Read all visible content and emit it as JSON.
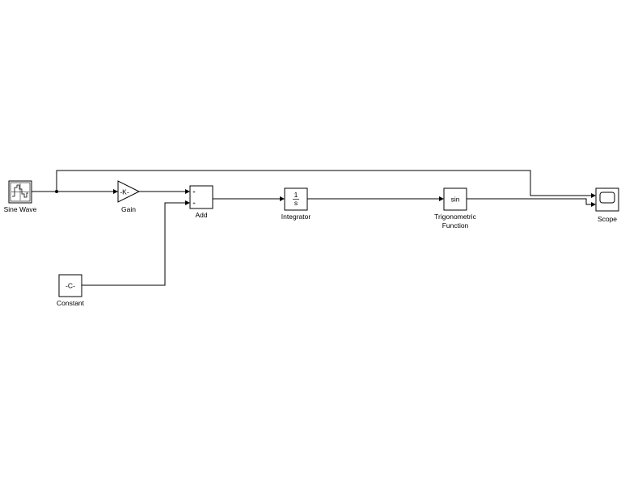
{
  "blocks": {
    "sine_wave": {
      "label": "Sine Wave"
    },
    "gain": {
      "label": "Gain",
      "text": "-K-"
    },
    "add": {
      "label": "Add",
      "signs": [
        "+",
        "+"
      ]
    },
    "integrator": {
      "label": "Integrator",
      "numerator": "1",
      "denominator": "s"
    },
    "trig": {
      "label_line1": "Trigonometric",
      "label_line2": "Function",
      "text": "sin"
    },
    "scope": {
      "label": "Scope"
    },
    "constant": {
      "label": "Constant",
      "text": "-C-"
    }
  },
  "icons": {
    "sine_wave": "sine-wave-icon",
    "scope": "scope-screen-icon"
  },
  "colors": {
    "line": "#000000",
    "block_fill": "#ffffff",
    "background": "#ffffff"
  }
}
